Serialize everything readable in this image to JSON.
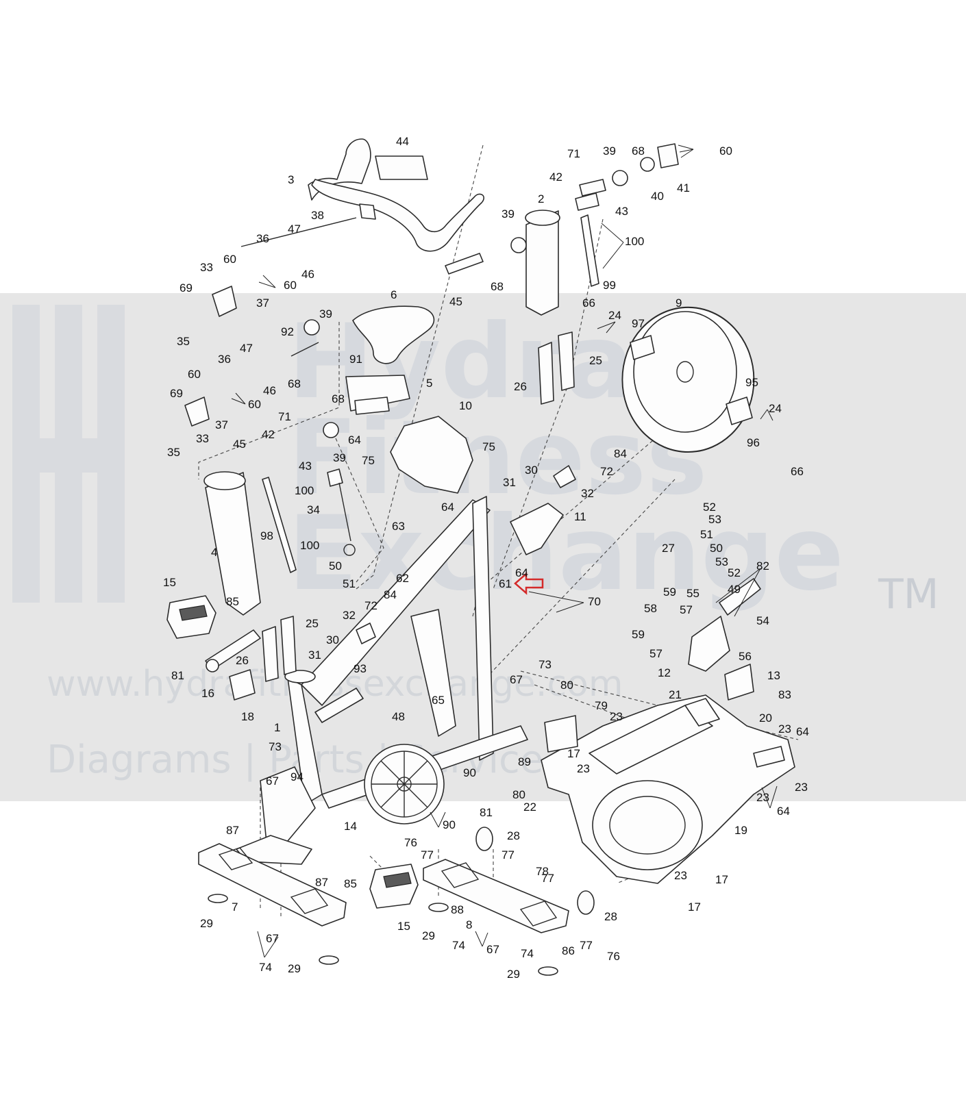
{
  "watermark": {
    "brand_line1": "Hydra",
    "brand_line2": "Fitness",
    "brand_line3": "Exchange",
    "trademark": "TM",
    "url": "www.hydrafitnessexchange.com",
    "tagline": "Diagrams | Parts | Service"
  },
  "highlight": {
    "part": "61",
    "color": "#d42a2a"
  },
  "part_labels": [
    "1",
    "2",
    "3",
    "4",
    "5",
    "6",
    "7",
    "8",
    "9",
    "10",
    "11",
    "12",
    "13",
    "14",
    "15",
    "16",
    "17",
    "18",
    "19",
    "20",
    "21",
    "22",
    "23",
    "24",
    "25",
    "26",
    "27",
    "28",
    "29",
    "30",
    "31",
    "32",
    "33",
    "34",
    "35",
    "36",
    "37",
    "38",
    "39",
    "40",
    "41",
    "42",
    "43",
    "44",
    "45",
    "46",
    "47",
    "48",
    "49",
    "50",
    "51",
    "52",
    "53",
    "54",
    "55",
    "56",
    "57",
    "58",
    "59",
    "60",
    "61",
    "62",
    "63",
    "64",
    "65",
    "66",
    "67",
    "68",
    "69",
    "70",
    "71",
    "72",
    "73",
    "74",
    "75",
    "76",
    "77",
    "78",
    "79",
    "80",
    "81",
    "82",
    "83",
    "84",
    "85",
    "86",
    "87",
    "88",
    "89",
    "90",
    "91",
    "92",
    "93",
    "94",
    "95",
    "96",
    "97",
    "98",
    "99",
    "100"
  ]
}
